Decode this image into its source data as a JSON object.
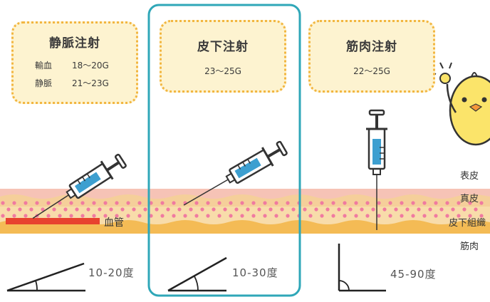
{
  "iv": {
    "title": "静脈注射",
    "rows": [
      {
        "name": "輸血",
        "value": "18〜20G"
      },
      {
        "name": "静脈",
        "value": "21〜23G"
      }
    ],
    "angle": "10-20度"
  },
  "subq": {
    "title": "皮下注射",
    "gauge": "23〜25G",
    "angle": "10-30度"
  },
  "im": {
    "title": "筋肉注射",
    "gauge": "22〜25G",
    "angle": "45-90度"
  },
  "vessel_label": "血管",
  "layers": [
    "表皮",
    "真皮",
    "皮下組織",
    "筋肉"
  ],
  "colors": {
    "box_fill": "#fdf3d0",
    "box_border": "#f2b640",
    "highlight": "#2fa7b8",
    "syringe_fluid": "#3d9fd0",
    "vessel": "#e8432f",
    "epidermis": "#f6c3b6",
    "dermis": "#f5cf9a",
    "fat_dots": "#f07aa0",
    "muscle": "#f4bb55"
  },
  "icons": [
    "syringe-icon",
    "chick-mascot-icon",
    "angle-icon"
  ]
}
